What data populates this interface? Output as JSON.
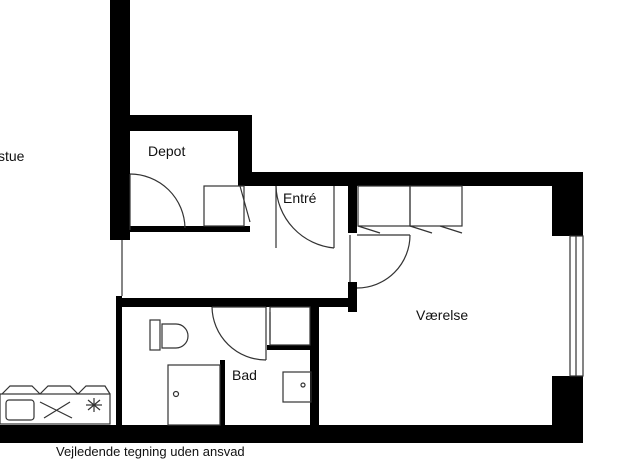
{
  "plan": {
    "rooms": {
      "stue": "stue",
      "depot": "Depot",
      "entre": "Entré",
      "vaerelse": "Værelse",
      "bad": "Bad"
    },
    "disclaimer": "Vejledende tegning uden ansvad"
  },
  "colors": {
    "wall": "#000000",
    "line": "#333333",
    "paper": "#ffffff"
  }
}
